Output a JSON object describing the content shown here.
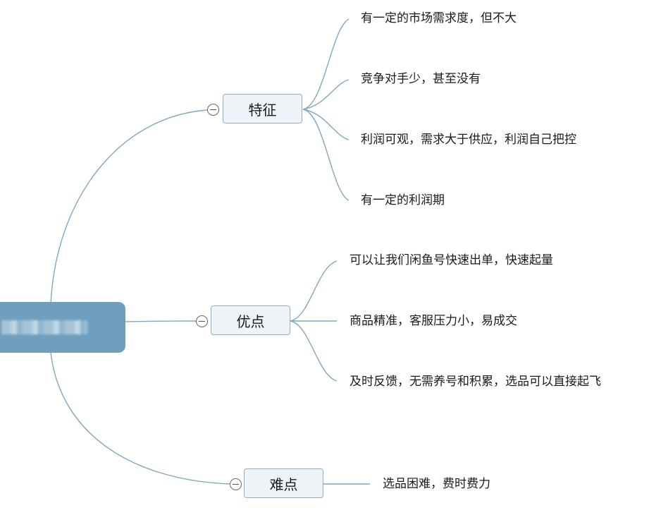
{
  "root": {
    "label": ""
  },
  "branches": [
    {
      "label": "特征",
      "items": [
        "有一定的市场需求度，但不大",
        "竞争对手少，甚至没有",
        "利润可观，需求大于供应，利润自己把控",
        "有一定的利润期"
      ]
    },
    {
      "label": "优点",
      "items": [
        "可以让我们闲鱼号快速出单，快速起量",
        "商品精准，客服压力小，易成交",
        "及时反馈，无需养号和积累，选品可以直接起飞"
      ]
    },
    {
      "label": "难点",
      "items": [
        "选品困难，费时费力"
      ]
    }
  ],
  "colors": {
    "root": "#6e9fbd",
    "link": "#7fa8c0",
    "topic_fill": "#eef3f8",
    "topic_border": "#8fb2c8"
  },
  "icons": {
    "collapse": "minus-circle-icon"
  }
}
